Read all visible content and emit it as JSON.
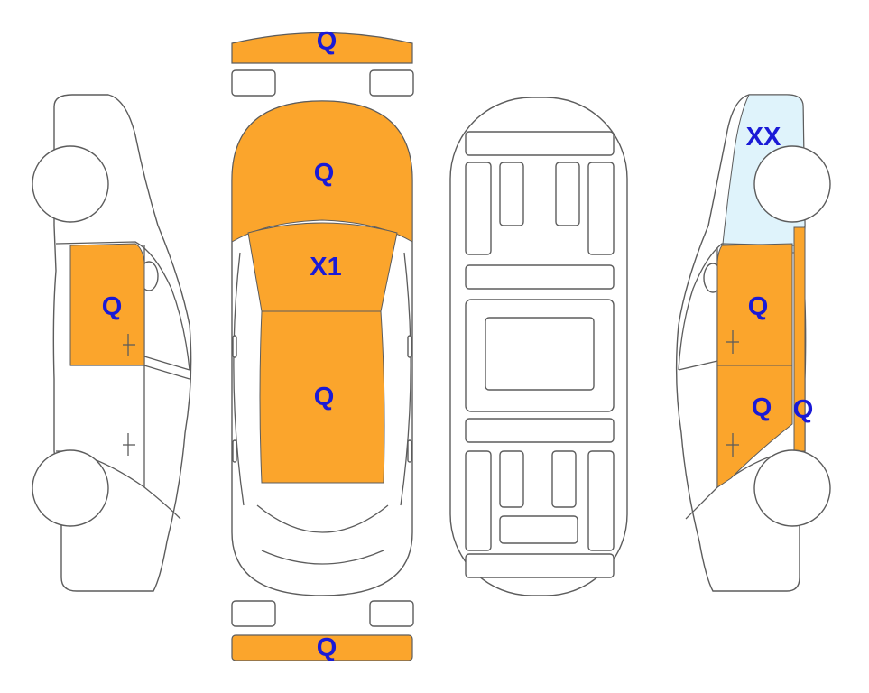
{
  "colors": {
    "damage_q": "#fba52c",
    "damage_xx": "#dff3fb",
    "outline": "#5c5c5c",
    "label": "#1a1ad6"
  },
  "panels": {
    "front_bumper": {
      "code": "Q"
    },
    "hood": {
      "code": "Q"
    },
    "roof": {
      "code": "X1"
    },
    "trunk": {
      "code": "Q"
    },
    "rear_bumper": {
      "code": "Q"
    },
    "left_front_door": {
      "code": "Q"
    },
    "right_front_fender": {
      "code": "XX"
    },
    "right_front_door": {
      "code": "Q"
    },
    "right_rear_door": {
      "code": "Q"
    },
    "right_rear_pillar": {
      "code": "Q"
    }
  }
}
